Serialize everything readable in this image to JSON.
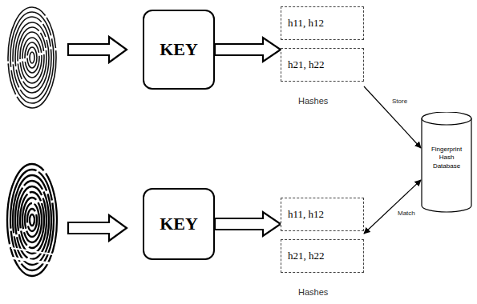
{
  "diagram": {
    "nodes": [
      {
        "text": [
          "KEY"
        ]
      },
      {
        "text": [
          "Hashes"
        ]
      },
      {
        "text": [
          "h11, h12"
        ],
        "in": 1
      },
      {
        "text": [
          "h21, h22"
        ],
        "in": 1
      },
      {
        "text": [
          "Fingerprint Hash Database"
        ]
      },
      {
        "text": [
          "KEY"
        ]
      },
      {
        "text": [
          "Hashes"
        ]
      },
      {
        "text": [
          "h11, h12"
        ],
        "in": 6
      },
      {
        "text": [
          "h21, h22"
        ],
        "in": 6
      }
    ],
    "edges": [
      {
        "from": 0,
        "to": 1,
        "arrow": "to"
      },
      {
        "from": 1,
        "to": 4,
        "label": "Store",
        "arrow": "to"
      },
      {
        "from": 5,
        "to": 6,
        "arrow": "to"
      },
      {
        "from": 6,
        "to": 4,
        "label": "Match",
        "arrow": "both"
      }
    ]
  }
}
